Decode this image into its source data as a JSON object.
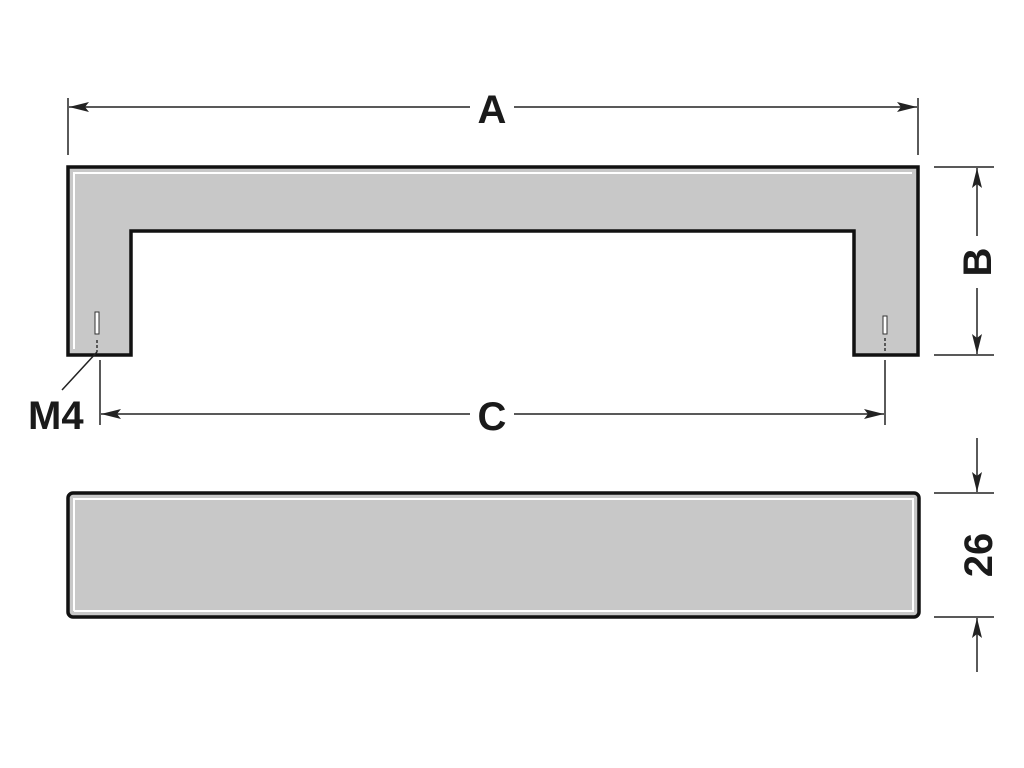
{
  "labels": {
    "a": "A",
    "b": "B",
    "c": "C",
    "thread": "M4",
    "depth": "26"
  },
  "colors": {
    "body_fill": "#c8c8c8",
    "outline": "#111111",
    "highlight": "#ffffff",
    "dimension_line": "#222222",
    "background": "#ffffff"
  }
}
